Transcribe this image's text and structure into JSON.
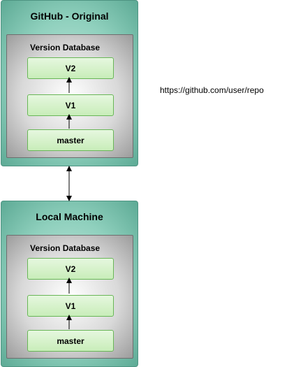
{
  "github": {
    "title": "GitHub - Original",
    "db_label": "Version Database",
    "nodes": [
      "V2",
      "V1",
      "master"
    ]
  },
  "local": {
    "title": "Local Machine",
    "db_label": "Version Database",
    "nodes": [
      "V2",
      "V1",
      "master"
    ]
  },
  "url": "https://github.com/user/repo"
}
